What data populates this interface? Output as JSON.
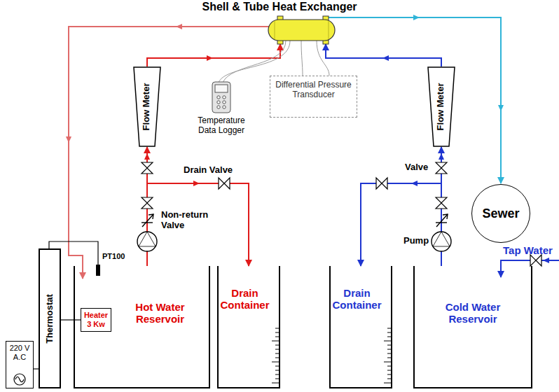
{
  "diagram": {
    "title": "Shell & Tube Heat Exchanger",
    "nodes": [
      {
        "text": [
          "Flow Meter"
        ]
      },
      {
        "text": [
          "Temperature Data Logger"
        ]
      },
      {
        "text": [
          "Differential Pressure Transducer"
        ]
      },
      {
        "text": [
          "Flow Meter"
        ]
      },
      {
        "text": [
          "Sewer"
        ]
      },
      {
        "text": [
          "Thermostat"
        ]
      },
      {
        "text": [
          "Hot Water Reservoir"
        ]
      },
      {
        "text": [
          "Heater 3 Kw"
        ],
        "in": 6
      },
      {
        "text": [
          "Drain Container"
        ]
      },
      {
        "text": [
          "Drain Container"
        ]
      },
      {
        "text": [
          "Cold Water Reservoir"
        ]
      },
      {
        "text": [
          "220 V A.C"
        ]
      }
    ],
    "edges": [
      {
        "from": 6,
        "to": 0,
        "arrow": "to"
      },
      {
        "from": 6,
        "to": 8,
        "arrow": "to"
      },
      {
        "from": 10,
        "to": 3,
        "arrow": "to"
      },
      {
        "from": 10,
        "to": 9,
        "arrow": "to"
      },
      {
        "from": 5,
        "to": 11,
        "arrow": "none"
      },
      {
        "from": 5,
        "to": 7,
        "arrow": "none"
      }
    ],
    "labels": [
      "Drain Valve",
      "Non-return Valve",
      "Valve",
      "Pump",
      "Tap Water",
      "PT100"
    ]
  }
}
